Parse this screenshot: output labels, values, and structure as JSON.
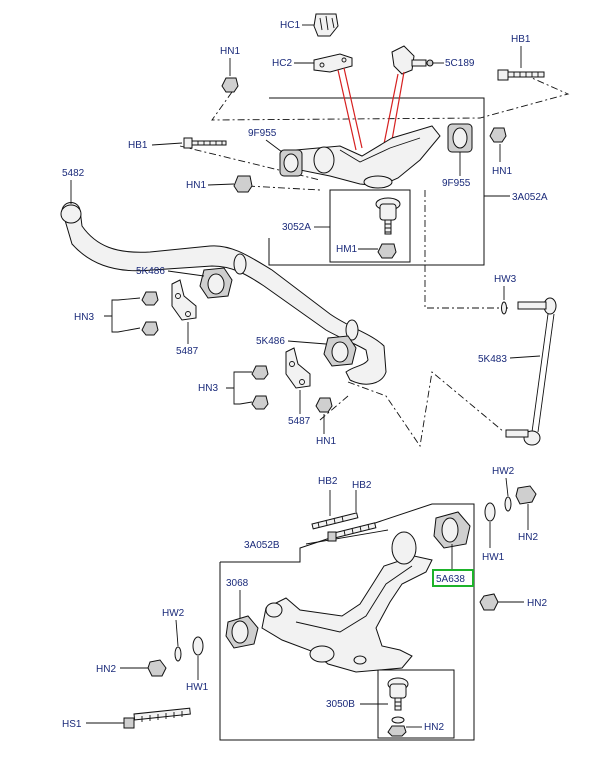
{
  "labels": {
    "hc1": "HC1",
    "hc2": "HC2",
    "c5c189": "5C189",
    "hn1_a": "HN1",
    "hb1_a": "HB1",
    "hb1_b": "HB1",
    "f9955_a": "9F955",
    "f9955_b": "9F955",
    "hn1_b": "HN1",
    "hn1_c": "HN1",
    "c3052a": "3052A",
    "a3a052a": "3A052A",
    "hm1": "HM1",
    "c5482": "5482",
    "k5486_a": "5K486",
    "hn3_a": "HN3",
    "c5487_a": "5487",
    "hw3": "HW3",
    "k5483": "5K483",
    "k5486_b": "5K486",
    "hn3_b": "HN3",
    "c5487_b": "5487",
    "hn1_d": "HN1",
    "hb2_a": "HB2",
    "hb2_b": "HB2",
    "hw2_a": "HW2",
    "a3a052b": "3A052B",
    "hn2_a": "HN2",
    "hw1_a": "HW1",
    "a5a638": "5A638",
    "c3068": "3068",
    "hn2_b": "HN2",
    "hw2_b": "HW2",
    "hn2_c": "HN2",
    "hw1_b": "HW1",
    "hs1": "HS1",
    "c3050b": "3050B",
    "hn2_d": "HN2"
  },
  "colors": {
    "label_text": "#1a2a7a",
    "highlight_box": "#1db32a",
    "leader_red": "#d62020"
  },
  "highlighted_part": "5A638"
}
